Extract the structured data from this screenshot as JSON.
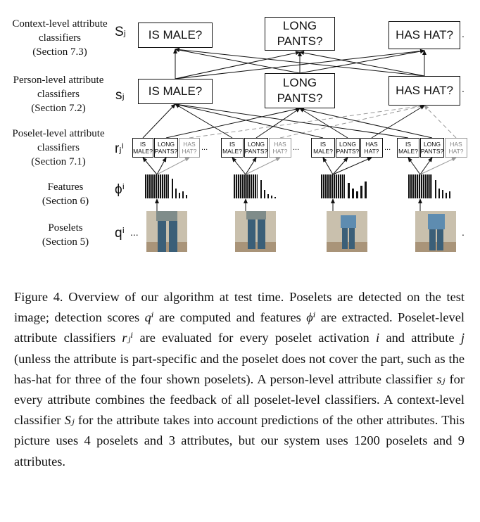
{
  "levels": {
    "context": {
      "label": "Context-level attribute classifiers",
      "section": "(Section 7.3)",
      "symbol": "Sⱼ"
    },
    "person": {
      "label": "Person-level attribute classifiers",
      "section": "(Section 7.2)",
      "symbol": "sⱼ"
    },
    "poselet": {
      "label": "Poselet-level attribute classifiers",
      "section": "(Section 7.1)",
      "symbol": "rⱼⁱ"
    },
    "features": {
      "label": "Features",
      "section": "(Section 6)",
      "symbol": "ϕⁱ"
    },
    "poselets": {
      "label": "Poselets",
      "section": "(Section 5)",
      "symbol": "qⁱ"
    }
  },
  "attributes": [
    "IS MALE?",
    "LONG PANTS?",
    "HAS HAT?"
  ],
  "poselet_attrs": [
    "IS MALE?",
    "LONG PANTS?",
    "HAS HAT?"
  ],
  "ellipsis": "...",
  "caption": {
    "p1": "Figure 4. Overview of our algorithm at test time. Poselets are detected on the test image; detection scores ",
    "q": "qⁱ",
    "p2": " are computed and features ",
    "phi": "ϕⁱ",
    "p3": " are extracted. Poselet-level attribute classifiers ",
    "r": "rⱼⁱ",
    "p4": " are evaluated for every poselet activation ",
    "i": "i",
    "p5": " and attribute ",
    "j": "j",
    "p6": " (unless the attribute is part-specific and the poselet does not cover the part, such as the has-hat for three of the four shown poselets). A person-level attribute classifier ",
    "s": "sⱼ",
    "p7": " for every attribute combines the feedback of all poselet-level classifiers. A context-level classifier ",
    "S": "Sⱼ",
    "p8": " for the attribute takes into account predictions of the other attributes. This picture uses 4 poselets and 3 attributes, but our system uses 1200 poselets and 9 attributes."
  }
}
